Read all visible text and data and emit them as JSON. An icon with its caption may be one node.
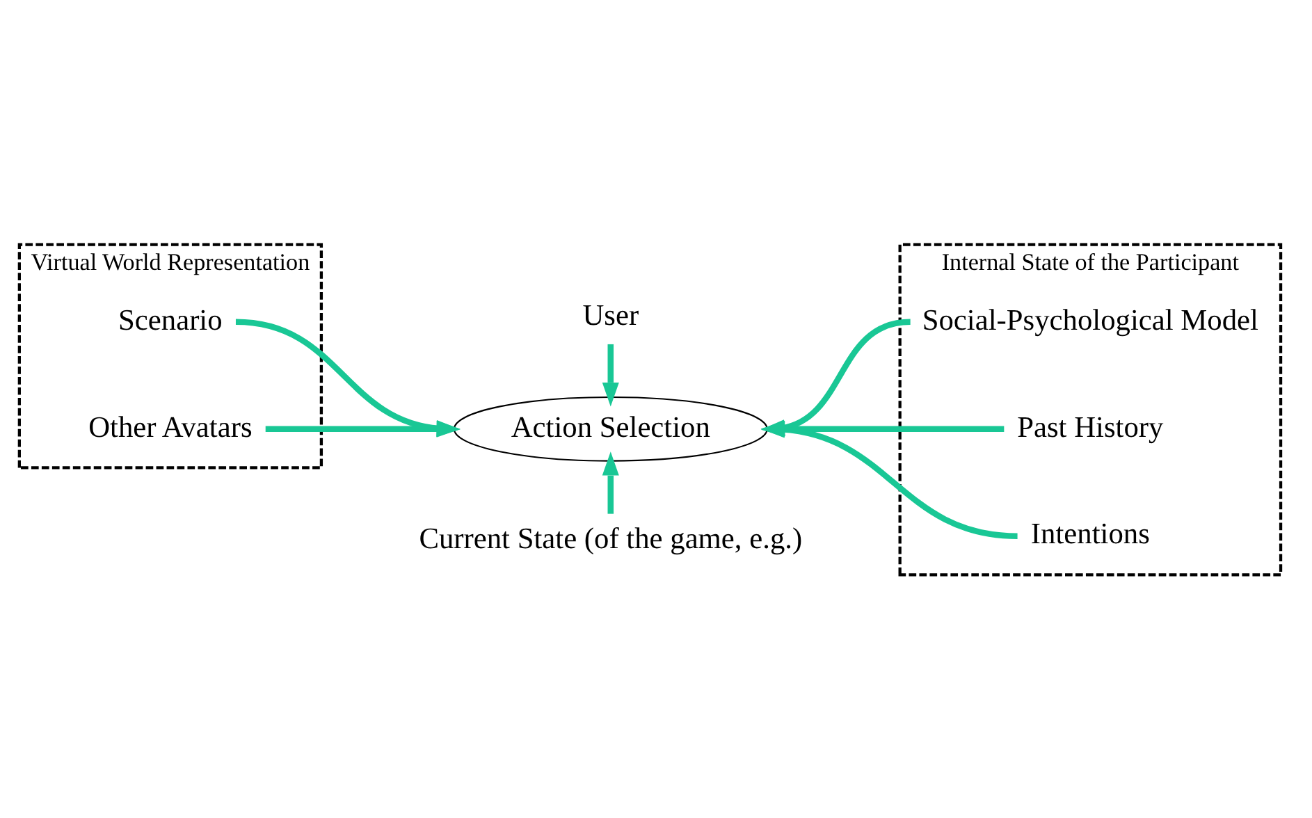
{
  "diagram": {
    "nodes": [
      {
        "text": [
          "User"
        ]
      },
      {
        "text": [
          "Virtual World Representation"
        ]
      },
      {
        "text": [
          "Scenario"
        ],
        "in": 1
      },
      {
        "text": [
          "Other Avatars"
        ],
        "in": 1
      },
      {
        "text": [
          "Action Selection"
        ]
      },
      {
        "text": [
          "Internal State of the Participant"
        ]
      },
      {
        "text": [
          "Social-Psychological Model"
        ],
        "in": 5
      },
      {
        "text": [
          "Past History"
        ],
        "in": 5
      },
      {
        "text": [
          "Intentions"
        ],
        "in": 5
      },
      {
        "text": [
          "Current State (of the game, e.g.)"
        ]
      }
    ],
    "edges": [
      {
        "from": 0,
        "to": 4,
        "arrow": "to"
      },
      {
        "from": 2,
        "to": 4,
        "arrow": "to"
      },
      {
        "from": 3,
        "to": 4,
        "arrow": "to"
      },
      {
        "from": 6,
        "to": 4,
        "arrow": "to"
      },
      {
        "from": 7,
        "to": 4,
        "arrow": "to"
      },
      {
        "from": 8,
        "to": 4,
        "arrow": "to"
      },
      {
        "from": 9,
        "to": 4,
        "arrow": "to"
      }
    ]
  }
}
